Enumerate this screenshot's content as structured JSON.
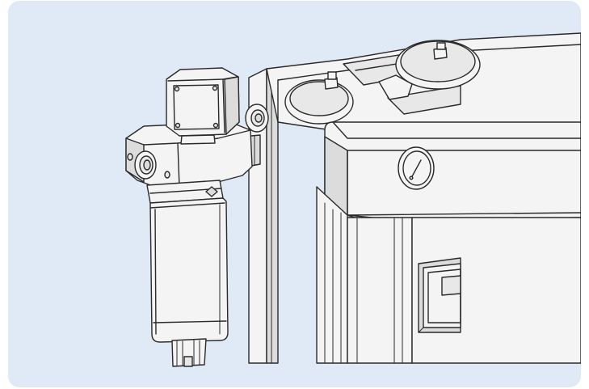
{
  "colors": {
    "panel_background": "#dfeaf6",
    "line": "#2a2a2a",
    "body_fill": "#f4f4f4",
    "shadow_fill": "#dcdcdc",
    "mid_fill": "#e8e8e8"
  },
  "parts": [
    {
      "name": "filter-housing-illustration"
    },
    {
      "name": "junction-box-illustration"
    },
    {
      "name": "pressure-gauge-illustration"
    },
    {
      "name": "control-panel-illustration"
    },
    {
      "name": "dryer-cabinet-illustration"
    }
  ]
}
